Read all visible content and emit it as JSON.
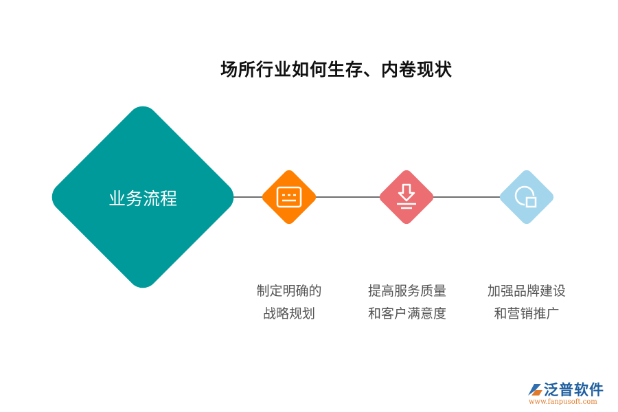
{
  "title": "场所行业如何生存、内卷现状",
  "main_node": {
    "label": "业务流程",
    "color": "#009a9a"
  },
  "steps": [
    {
      "icon": "document-icon",
      "color": "#ff7f00",
      "line1": "制定明确的",
      "line2": "战略规划"
    },
    {
      "icon": "download-icon",
      "color": "#ec6e72",
      "line1": "提高服务质量",
      "line2": "和客户满意度"
    },
    {
      "icon": "shape-icon",
      "color": "#a3d6ec",
      "line1": "加强品牌建设",
      "line2": "和营销推广"
    }
  ],
  "connector_color": "#6e6e6e",
  "watermark": {
    "name": "泛普软件",
    "url": "www.fanpusoft.com"
  }
}
